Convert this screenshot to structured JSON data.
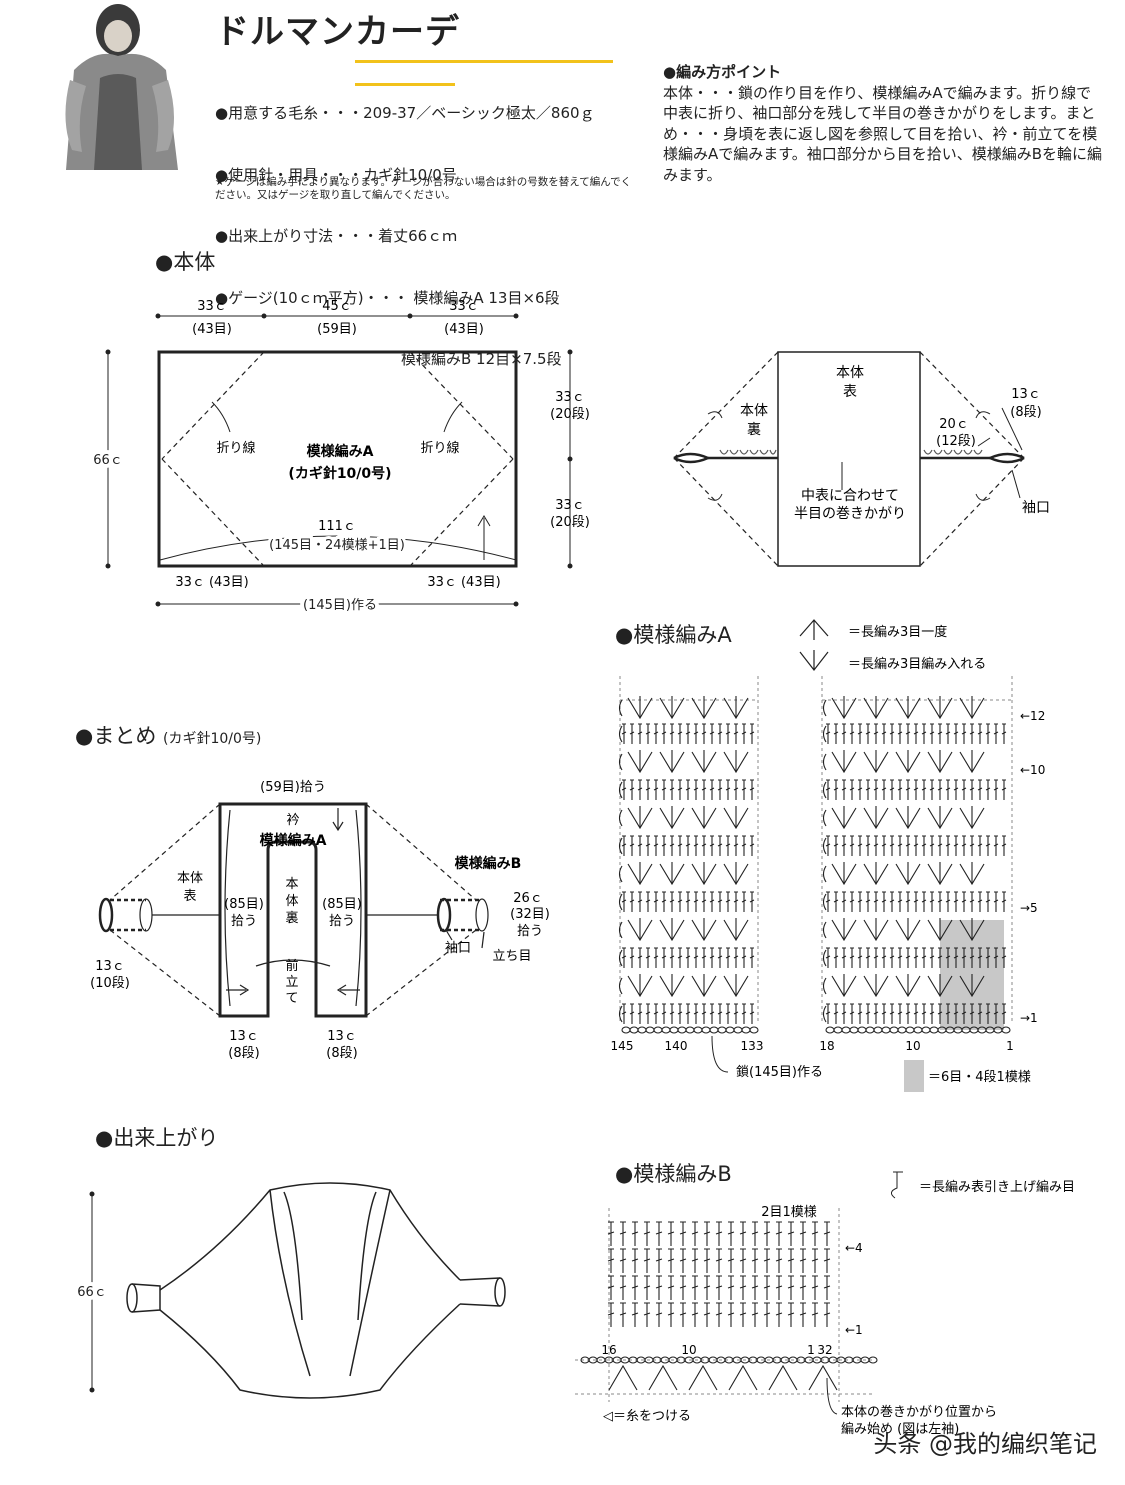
{
  "title": "ドルマンカーデ",
  "spec": {
    "yarn": "●用意する毛糸・・・209-37／ベーシック極太／860ｇ",
    "needle": "●使用針・用具・・・カギ針10/0号",
    "size": "●出来上がり寸法・・・着丈66ｃｍ",
    "gauge_a": "●ゲージ(10ｃｍ平方)・・・ 模様編みA 13目×6段",
    "gauge_b": "模様編みB 12目×7.5段",
    "note": "★ゲージは編み手により異なります。ゲージが合わない場合は針の号数を替えて編んでください。又はゲージを取り直して編んでください。"
  },
  "points": {
    "title": "●編み方ポイント",
    "body": "本体・・・鎖の作り目を作り、模様編みAで編みます。折り線で中表に折り、袖口部分を残して半目の巻きかがりをします。まとめ・・・身頃を表に返し図を参照して目を拾い、衿・前立てを模様編みAで編みます。袖口部分から目を拾い、模様編みBを輪に編みます。"
  },
  "sections": {
    "body": "●本体",
    "assembly": "●まとめ",
    "assembly_sub": "(カギ針10/0号)",
    "finished": "●出来上がり",
    "patternA": "●模様編みA",
    "patternB": "●模様編みB"
  },
  "body_diagram": {
    "top_dims": [
      "33ｃ",
      "45ｃ",
      "33ｃ"
    ],
    "top_counts": [
      "(43目)",
      "(59目)",
      "(43目)"
    ],
    "height": "66ｃ",
    "right_dims": [
      "33ｃ",
      "33ｃ"
    ],
    "right_counts": [
      "(20段)",
      "(20段)"
    ],
    "fold_left": "折り線",
    "fold_right": "折り線",
    "pattern": "模様編みA",
    "hook": "(カギ針10/0号)",
    "width": "111ｃ",
    "width_count": "(145目・24模様+1目)",
    "bottom_left": "33ｃ (43目)",
    "bottom_right": "33ｃ (43目)",
    "chain": "(145目)作る"
  },
  "fold_diagram": {
    "front": "本体",
    "front2": "表",
    "back": "本体",
    "back2": "裏",
    "sleeve_dim": "13ｃ",
    "sleeve_count": "(8段)",
    "seam_dim": "20ｃ",
    "seam_count": "(12段)",
    "whip1": "中表に合わせて",
    "whip2": "半目の巻きかがり",
    "cuff": "袖口"
  },
  "assembly": {
    "pick_top": "(59目)拾う",
    "collar": "衿",
    "collar_pattern": "模様編みA",
    "body_front1": "本体",
    "body_front2": "表",
    "body_back": [
      "本",
      "体",
      "裏"
    ],
    "front_band": [
      "前",
      "立",
      "て"
    ],
    "pick_left1": "(85目)",
    "pick_left2": "拾う",
    "pick_right1": "(85目)",
    "pick_right2": "拾う",
    "patternB": "模様編みB",
    "cuff_dim": "26ｃ",
    "cuff_count": "(32目)",
    "cuff_pick": "拾う",
    "cuff": "袖口",
    "stand": "立ち目",
    "left_sleeve_dim": "13ｃ",
    "left_sleeve_count": "(10段)",
    "bottom_left_dim": "13ｃ",
    "bottom_left_count": "(8段)",
    "bottom_right_dim": "13ｃ",
    "bottom_right_count": "(8段)"
  },
  "finished": {
    "height": "66ｃ"
  },
  "patternA": {
    "legend1": "＝長編み3目一度",
    "legend2": "＝長編み3目編み入れる",
    "rows": [
      "←12",
      "←10",
      "→5",
      "→1"
    ],
    "cols": [
      "145",
      "140",
      "133",
      "18",
      "10",
      "1"
    ],
    "chain": "鎖(145目)作る",
    "repeat": "＝6目・4段1模様"
  },
  "patternB": {
    "legend": "＝長編み表引き上げ編み目",
    "repeat": "2目1模様",
    "rows": [
      "←4",
      "←1"
    ],
    "cols": [
      "16",
      "10",
      "1",
      "32"
    ],
    "attach": "◁＝糸をつける",
    "note1": "本体の巻きかがり位置から",
    "note2": "編み始め (図は左袖)"
  },
  "watermark": "头条 @我的编织笔记"
}
